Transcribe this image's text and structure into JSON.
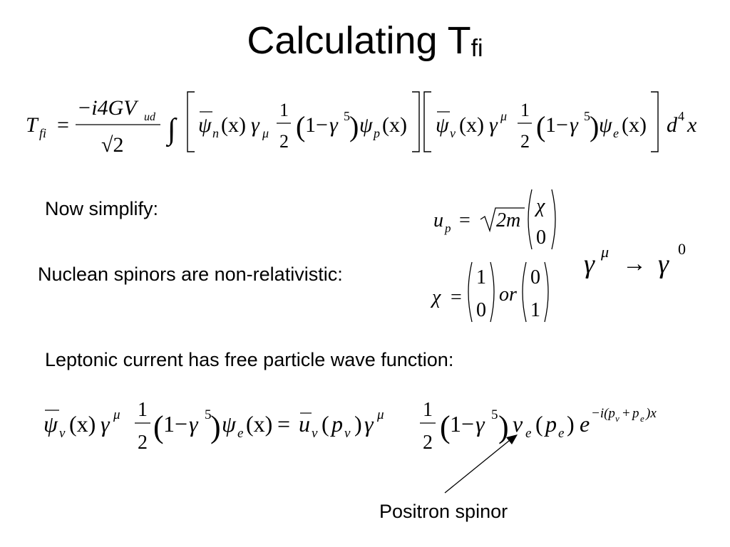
{
  "title": {
    "main": "Calculating T",
    "subscript": "fi"
  },
  "labels": {
    "simplify": "Now simplify:",
    "nucleon": "Nuclean spinors are non-relativistic:",
    "leptonic": "Leptonic current has free particle wave function:",
    "positron": "Positron spinor"
  },
  "equations": {
    "tfi": {
      "lhs": "T",
      "lhs_sub": "fi",
      "prefactor_num": "−i4GV",
      "prefactor_num_sub": "ud",
      "prefactor_den": "√2",
      "integral": "∫",
      "hadronic": "ψ̄n(x)γμ ½(1−γ⁵)ψp(x)",
      "leptonic": "ψ̄ν(x)γμ ½(1−γ⁵)ψe(x)",
      "measure": "d⁴x"
    },
    "up": {
      "lhs": "u",
      "lhs_sub": "p",
      "sqrt": "2m",
      "top": "χ",
      "bottom": "0"
    },
    "chi": {
      "lhs": "χ",
      "v1_top": "1",
      "v1_bottom": "0",
      "or": "or",
      "v2_top": "0",
      "v2_bottom": "1"
    },
    "gamma": {
      "from": "γ",
      "from_sup": "μ",
      "to": "γ",
      "to_sup": "0"
    }
  }
}
